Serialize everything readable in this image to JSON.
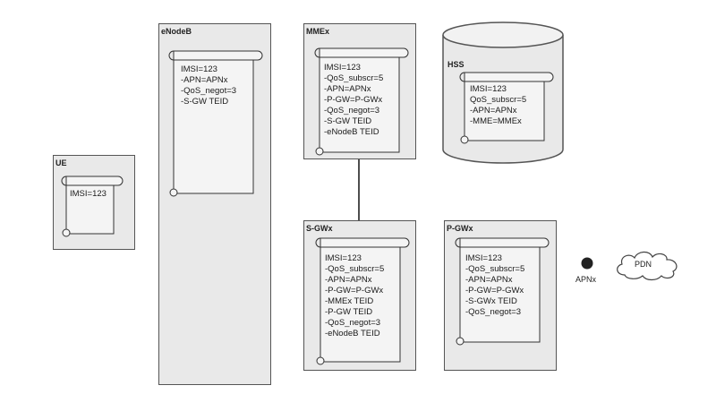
{
  "nodes": {
    "ue": {
      "title": "UE",
      "lines": [
        "IMSI=123"
      ]
    },
    "enodeb": {
      "title": "eNodeB",
      "lines": [
        "IMSI=123",
        "-APN=APNx",
        "-QoS_negot=3",
        "-S-GW TEID"
      ]
    },
    "mme": {
      "title": "MMEx",
      "lines": [
        "IMSI=123",
        "-QoS_subscr=5",
        "-APN=APNx",
        "-P-GW=P-GWx",
        "-QoS_negot=3",
        "-S-GW TEID",
        "-eNodeB TEID"
      ]
    },
    "hss": {
      "title": "HSS",
      "lines": [
        "IMSI=123",
        "QoS_subscr=5",
        "-APN=APNx",
        "-MME=MMEx"
      ]
    },
    "sgw": {
      "title": "S-GWx",
      "lines": [
        "IMSI=123",
        "-QoS_subscr=5",
        "-APN=APNx",
        "-P-GW=P-GWx",
        "-MMEx TEID",
        "-P-GW TEID",
        "-QoS_negot=3",
        "-eNodeB TEID"
      ]
    },
    "pgw": {
      "title": "P-GWx",
      "lines": [
        "IMSI=123",
        "-QoS_subscr=5",
        "-APN=APNx",
        "-P-GW=P-GWx",
        "-S-GWx TEID",
        "-QoS_negot=3"
      ]
    }
  },
  "apn_label": "APNx",
  "pdn_label": "PDN"
}
